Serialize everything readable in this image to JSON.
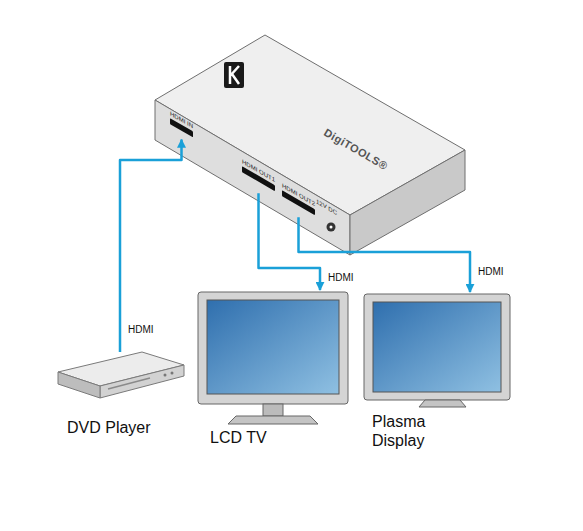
{
  "diagram": {
    "nodes": [
      {
        "text": [
          "DigiTOOLS®"
        ]
      },
      {
        "text": [
          "HDMI IN"
        ],
        "in": 0
      },
      {
        "text": [
          "HDMI OUT1"
        ],
        "in": 0
      },
      {
        "text": [
          "HDMI OUT2"
        ],
        "in": 0
      },
      {
        "text": [
          "DVD Player"
        ]
      },
      {
        "text": [
          "LCD TV"
        ]
      },
      {
        "text": [
          "Plasma Display"
        ]
      }
    ],
    "edges": [
      {
        "from": 4,
        "to": 1,
        "arrow": "to",
        "label": "HDMI"
      },
      {
        "from": 2,
        "to": 5,
        "arrow": "to",
        "label": "HDMI"
      },
      {
        "from": 3,
        "to": 6,
        "arrow": "to",
        "label": "HDMI"
      }
    ],
    "labels": [
      "12V DC"
    ]
  }
}
